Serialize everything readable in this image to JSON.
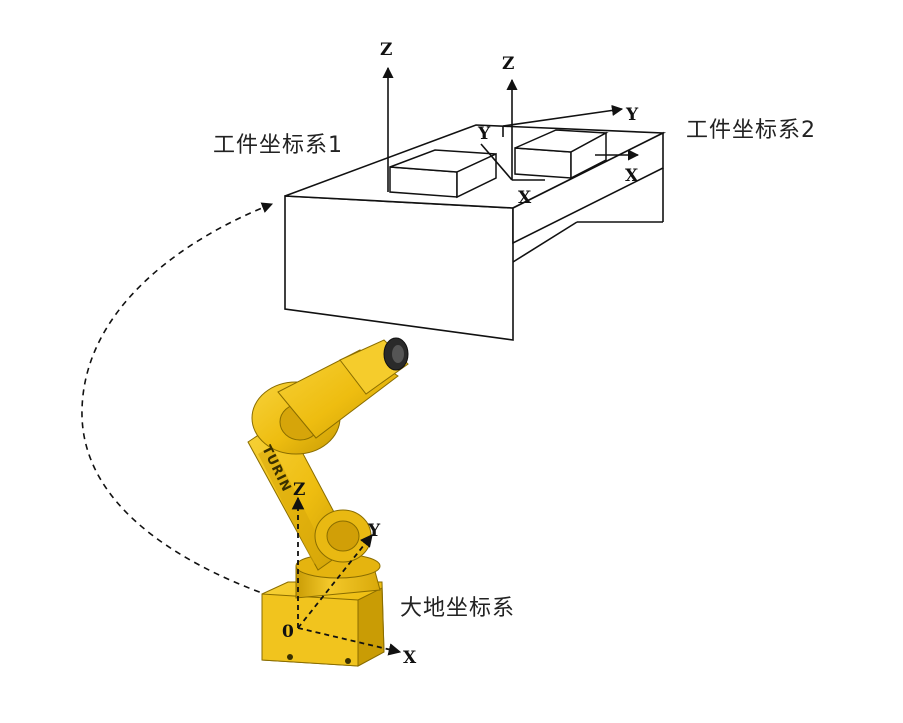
{
  "labels": {
    "frame1": "工件坐标系1",
    "frame2": "工件坐标系2",
    "world": "大地坐标系"
  },
  "axes": {
    "x": "X",
    "y": "Y",
    "z": "Z",
    "origin": "0"
  },
  "robot": {
    "brand": "TURIN"
  },
  "colors": {
    "robot_yellow": "#f0c419",
    "robot_shadow": "#c49a06",
    "line": "#111111"
  }
}
